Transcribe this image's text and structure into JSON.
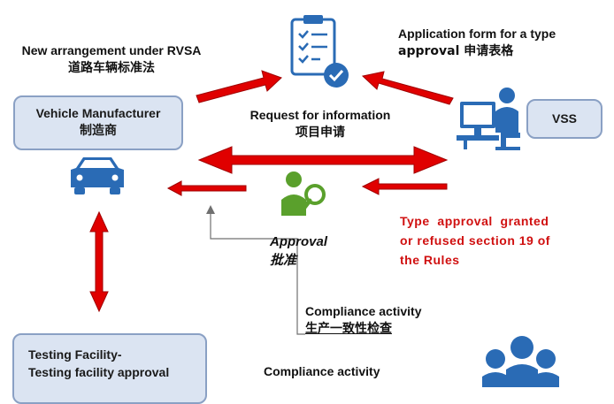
{
  "top_left": {
    "en": "New arrangement under RVSA",
    "cn": "道路车辆标准法"
  },
  "top_right": {
    "line1": "Application form for a type",
    "line2": "approval 申请表格"
  },
  "manufacturer": {
    "en": "Vehicle Manufacturer",
    "cn": "制造商"
  },
  "vss": {
    "label": "VSS"
  },
  "request": {
    "en": "Request for information",
    "cn": "项目申请"
  },
  "approval": {
    "en": "Approval",
    "cn": "批准"
  },
  "type_approval": {
    "line1": "Type  approval  granted",
    "line2": "or refused section 19 of",
    "line3": "the Rules"
  },
  "compliance1": {
    "en": "Compliance activity",
    "cn": "生产一致性检查"
  },
  "compliance2": {
    "en": "Compliance activity"
  },
  "testing": {
    "line1": "Testing Facility-",
    "line2": "Testing facility approval"
  },
  "colors": {
    "arrow_red": "#e00000",
    "box_fill": "#dbe4f2",
    "icon_blue": "#2a6bb5",
    "approval_green": "#5aa02c"
  }
}
